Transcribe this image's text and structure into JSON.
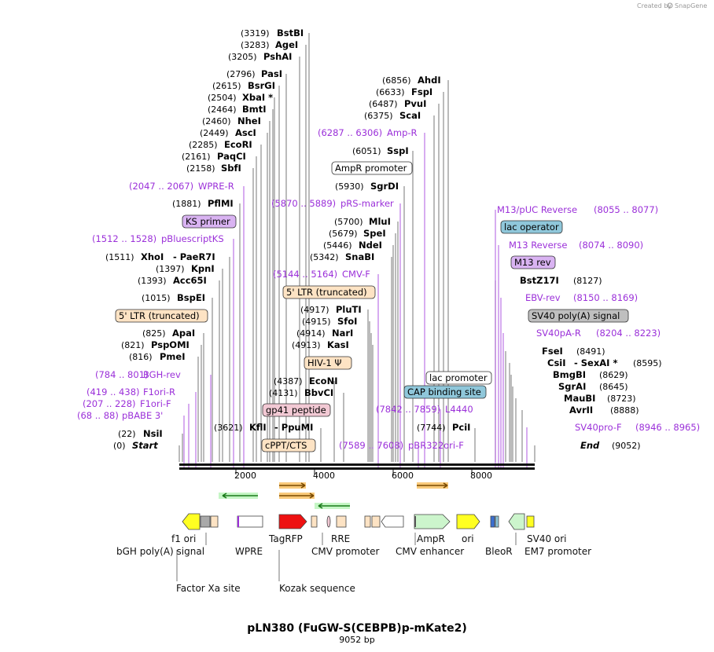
{
  "credit": {
    "created_by": "Created by",
    "brand": "SnapGene"
  },
  "title": "pLN380 (FuGW-S(CEBPB)p-mKate2)",
  "length_text": "9052 bp",
  "axis_ticks": [
    "2000",
    "4000",
    "6000",
    "8000"
  ],
  "left_sites": [
    {
      "pos": "(3319)",
      "name": "BstBI"
    },
    {
      "pos": "(3283)",
      "name": "AgeI"
    },
    {
      "pos": "(3205)",
      "name": "PshAI"
    },
    {
      "pos": "(2796)",
      "name": "PasI"
    },
    {
      "pos": "(2615)",
      "name": "BsrGI"
    },
    {
      "pos": "(2504)",
      "name": "XbaI *"
    },
    {
      "pos": "(2464)",
      "name": "BmtI"
    },
    {
      "pos": "(2460)",
      "name": "NheI"
    },
    {
      "pos": "(2449)",
      "name": "AscI"
    },
    {
      "pos": "(2285)",
      "name": "EcoRI"
    },
    {
      "pos": "(2161)",
      "name": "PaqCI"
    },
    {
      "pos": "(2158)",
      "name": "SbfI"
    },
    {
      "pos": "(1881)",
      "name": "PflMI"
    },
    {
      "pos": "(1511)",
      "name": "XhoI",
      "extra": "- PaeR7I"
    },
    {
      "pos": "(1397)",
      "name": "KpnI"
    },
    {
      "pos": "(1393)",
      "name": "Acc65I"
    },
    {
      "pos": "(1015)",
      "name": "BspEI"
    },
    {
      "pos": "(825)",
      "name": "ApaI"
    },
    {
      "pos": "(821)",
      "name": "PspOMI"
    },
    {
      "pos": "(816)",
      "name": "PmeI"
    },
    {
      "pos": "(22)",
      "name": "NsiI"
    },
    {
      "pos": "(0)",
      "name": "Start"
    }
  ],
  "left_features": [
    {
      "range": "(2047 .. 2067)",
      "name": "WPRE-R"
    },
    {
      "range": "(1512 .. 1528)",
      "name": "pBluescriptKS"
    },
    {
      "range": "(784 .. 801)",
      "name": "BGH-rev"
    },
    {
      "range": "(419 .. 438)",
      "name": "F1ori-R"
    },
    {
      "range": "(207 .. 228)",
      "name": "F1ori-F"
    },
    {
      "range": "(68 .. 88)",
      "name": "pBABE 3'"
    }
  ],
  "boxed_labels": [
    {
      "text": "KS primer"
    },
    {
      "text": "5' LTR (truncated)"
    },
    {
      "text": "5' LTR (truncated)"
    },
    {
      "text": "HIV-1 Ψ"
    },
    {
      "text": "gp41 peptide"
    },
    {
      "text": "cPPT/CTS"
    },
    {
      "text": "AmpR promoter"
    },
    {
      "text": "lac promoter"
    },
    {
      "text": "CAP binding site"
    },
    {
      "text": "lac operator"
    },
    {
      "text": "M13 rev"
    },
    {
      "text": "SV40 poly(A) signal"
    }
  ],
  "mid_sites": [
    {
      "pos": "(3621)",
      "name": "KflI",
      "extra": "- PpuMI"
    },
    {
      "pos": "(4387)",
      "name": "EcoNI"
    },
    {
      "pos": "(4131)",
      "name": "BbvCI"
    },
    {
      "pos": "(4917)",
      "name": "PluTI"
    },
    {
      "pos": "(4915)",
      "name": "SfoI"
    },
    {
      "pos": "(4914)",
      "name": "NarI"
    },
    {
      "pos": "(4913)",
      "name": "KasI"
    },
    {
      "pos": "(5700)",
      "name": "MluI"
    },
    {
      "pos": "(5679)",
      "name": "SpeI"
    },
    {
      "pos": "(5446)",
      "name": "NdeI"
    },
    {
      "pos": "(5342)",
      "name": "SnaBI"
    },
    {
      "pos": "(5930)",
      "name": "SgrDI"
    },
    {
      "pos": "(6051)",
      "name": "SspI"
    },
    {
      "pos": "(6856)",
      "name": "AhdI"
    },
    {
      "pos": "(6633)",
      "name": "FspI"
    },
    {
      "pos": "(6487)",
      "name": "PvuI"
    },
    {
      "pos": "(6375)",
      "name": "ScaI"
    },
    {
      "pos": "(7744)",
      "name": "PciI"
    }
  ],
  "mid_features": [
    {
      "range": "(5870 .. 5889)",
      "name": "pRS-marker"
    },
    {
      "range": "(5144 .. 5164)",
      "name": "CMV-F"
    },
    {
      "range": "(6287 .. 6306)",
      "name": "Amp-R"
    },
    {
      "range": "(7842 .. 7859)",
      "name": "L4440"
    },
    {
      "range": "(7589 .. 7608)",
      "name": "pBR322ori-F"
    }
  ],
  "right_sites": [
    {
      "pos": "(8127)",
      "name": "BstZ17I"
    },
    {
      "pos": "(8491)",
      "name": "FseI"
    },
    {
      "pos": "(8595)",
      "name": "CsiI",
      "extra": "- SexAI *"
    },
    {
      "pos": "(8629)",
      "name": "BmgBI"
    },
    {
      "pos": "(8645)",
      "name": "SgrAI"
    },
    {
      "pos": "(8723)",
      "name": "MauBI"
    },
    {
      "pos": "(8888)",
      "name": "AvrII"
    },
    {
      "pos": "(9052)",
      "name": "End"
    }
  ],
  "right_features": [
    {
      "range": "(8055 .. 8077)",
      "name": "M13/pUC Reverse"
    },
    {
      "range": "(8074 .. 8090)",
      "name": "M13 Reverse"
    },
    {
      "range": "(8150 .. 8169)",
      "name": "EBV-rev"
    },
    {
      "range": "(8204 .. 8223)",
      "name": "SV40pA-R"
    },
    {
      "range": "(8946 .. 8965)",
      "name": "SV40pro-F"
    }
  ],
  "bottom_labels": [
    "f1 ori",
    "bGH poly(A) signal",
    "WPRE",
    "TagRFP",
    "RRE",
    "CMV promoter",
    "AmpR",
    "ori",
    "CMV enhancer",
    "SV40 ori",
    "BleoR",
    "EM7 promoter",
    "Factor Xa site",
    "Kozak sequence"
  ],
  "colors": {
    "feature_purple": "#9b30d9",
    "ltr": "#fde3c4",
    "gp41": "#f2c9d4",
    "lac": "#8fc7da",
    "sv40": "#bfbfbf",
    "ks": "#d9b3f2",
    "tagrfp": "#ee1111",
    "f1ori": "#ffff22",
    "ampr": "#ccf5cc",
    "orf_green": "#9ef09e",
    "orf_orange": "#f5a623"
  }
}
